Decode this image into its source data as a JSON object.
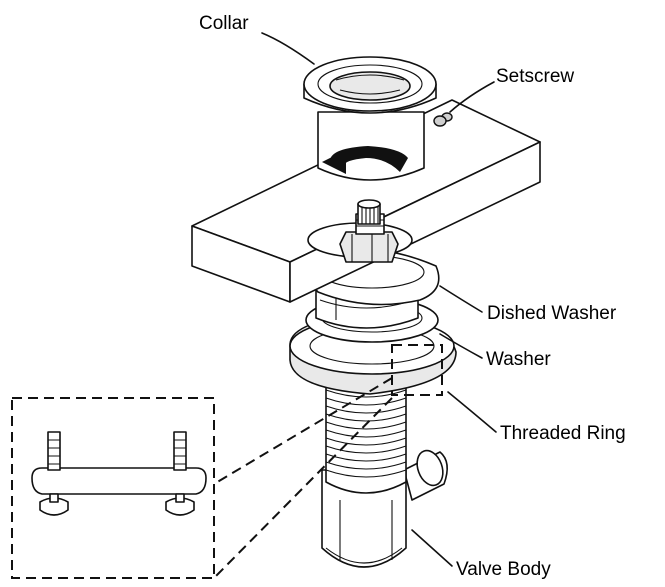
{
  "labels": {
    "collar": "Collar",
    "setscrew": "Setscrew",
    "dished_washer": "Dished Washer",
    "washer": "Washer",
    "threaded_ring": "Threaded Ring",
    "valve_body": "Valve Body"
  },
  "colors": {
    "line": "#111111",
    "background": "#ffffff",
    "shade_light": "#e9e9e9",
    "shade_dark": "#cfcfcf"
  }
}
